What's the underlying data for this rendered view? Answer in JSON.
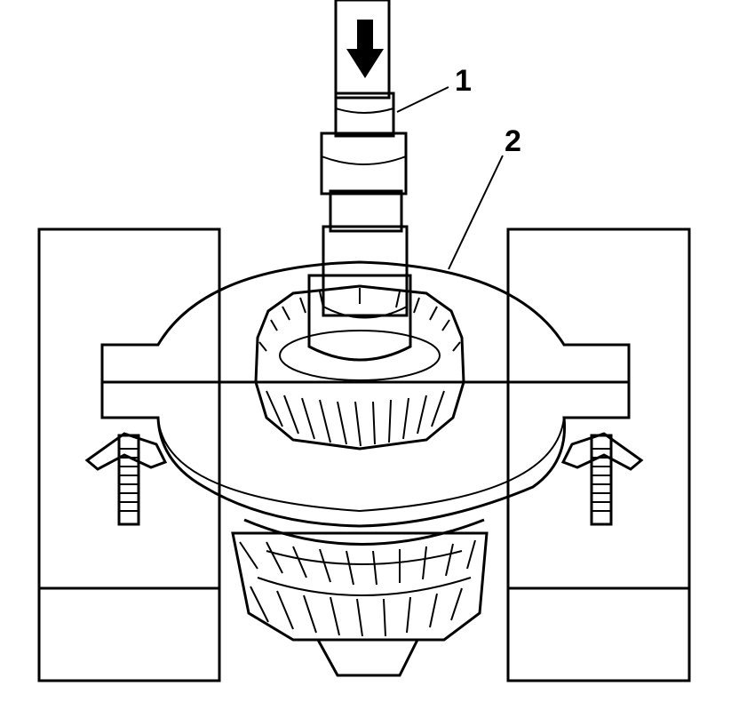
{
  "callouts": [
    {
      "id": "1",
      "label": "1"
    },
    {
      "id": "2",
      "label": "2"
    }
  ],
  "colors": {
    "line": "#000000",
    "background": "#ffffff",
    "hatch": "#9a9a9a"
  },
  "icons": [
    "press-direction-arrow-icon"
  ]
}
